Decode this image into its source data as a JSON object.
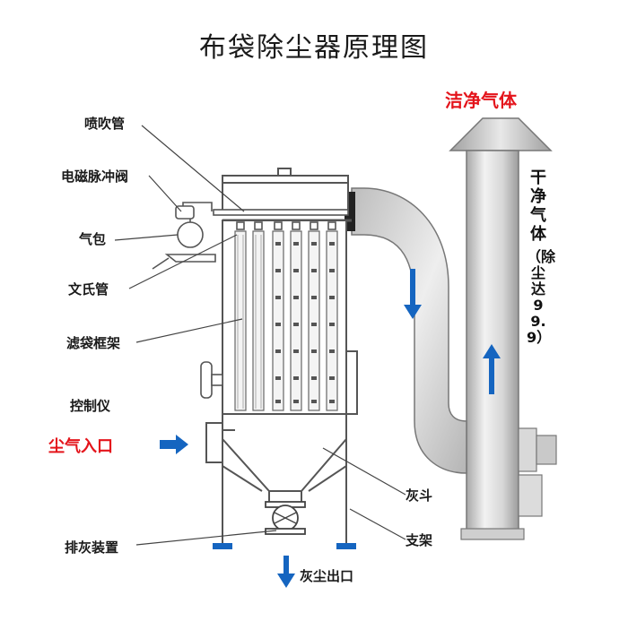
{
  "title": "布袋除尘器原理图",
  "labels": {
    "nozzle_pipe": "喷吹管",
    "pulse_valve": "电磁脉冲阀",
    "air_bag": "气包",
    "venturi": "文氏管",
    "bag_cage": "滤袋框架",
    "controller": "控制仪",
    "dust_inlet": "尘气入口",
    "ash_hopper": "灰斗",
    "support": "支架",
    "discharge_device": "排灰装置",
    "dust_outlet": "灰尘出口",
    "clean_gas": "洁净气体",
    "dry_clean_gas": "干净气体",
    "efficiency_note": "（除尘达99.9）"
  },
  "colors": {
    "accent_red": "#e4141b",
    "arrow_blue": "#1565c0",
    "line": "#555555",
    "metal_light": "#e6e6e6",
    "metal_dark": "#9a9a9a"
  }
}
